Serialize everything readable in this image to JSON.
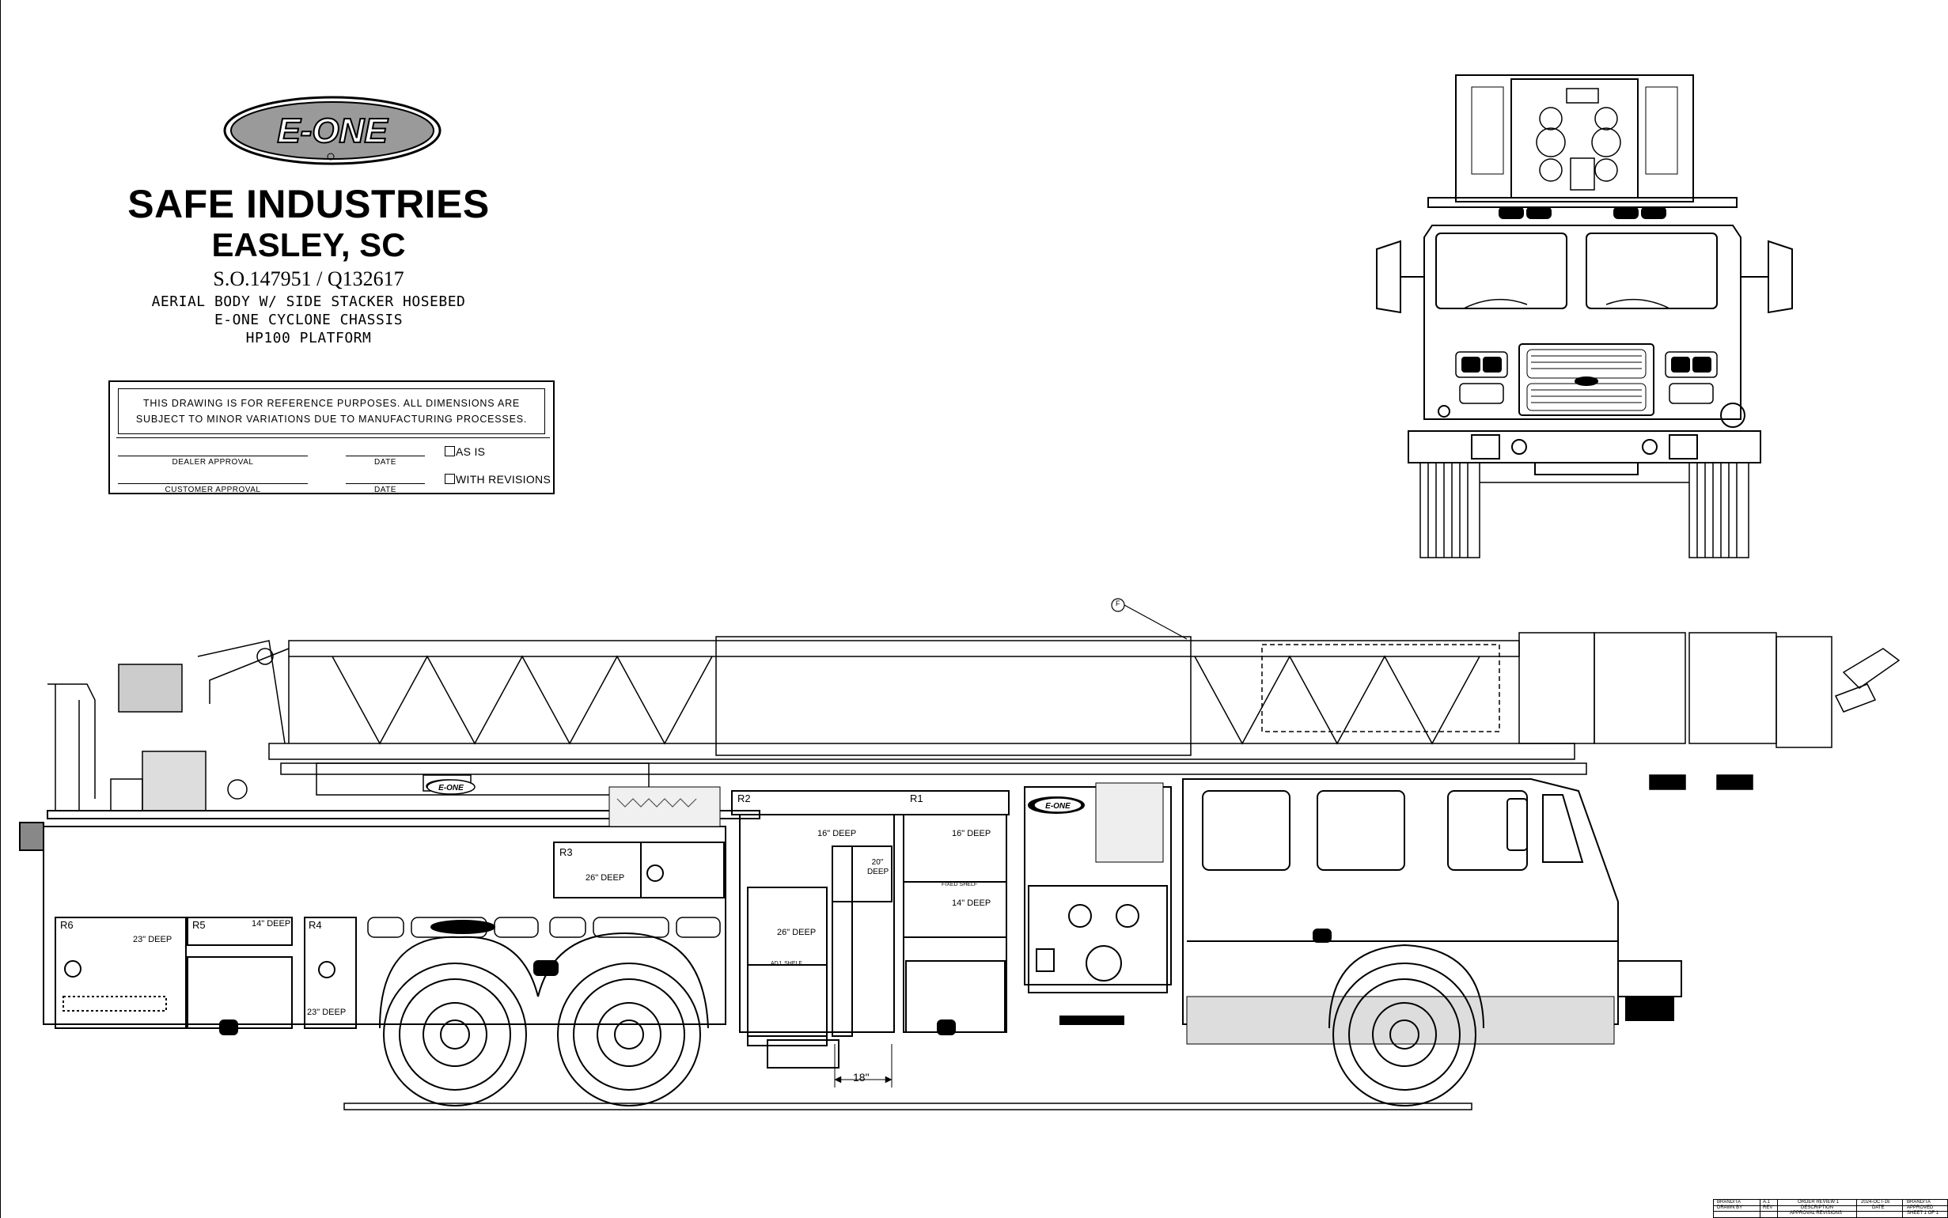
{
  "logo": {
    "text": "E-ONE"
  },
  "title": {
    "company": "SAFE INDUSTRIES",
    "city": "EASLEY, SC",
    "order": "S.O.147951 / Q132617",
    "lines": [
      "AERIAL BODY W/ SIDE STACKER HOSEBED",
      "E-ONE CYCLONE CHASSIS",
      "HP100 PLATFORM"
    ]
  },
  "approval": {
    "notice_line1": "THIS DRAWING IS FOR REFERENCE PURPOSES. ALL DIMENSIONS ARE",
    "notice_line2": "SUBJECT TO MINOR VARIATIONS DUE TO MANUFACTURING PROCESSES.",
    "dealer_label": "DEALER APPROVAL",
    "customer_label": "CUSTOMER APPROVAL",
    "date_label": "DATE",
    "option_as_is": "AS IS",
    "option_revisions": "WITH REVISIONS"
  },
  "side_view": {
    "callout": "F",
    "compartments": [
      {
        "id": "R6",
        "depth": "23\" DEEP"
      },
      {
        "id": "R5",
        "depth": "14\" DEEP"
      },
      {
        "id": "R4",
        "depth": "23\" DEEP"
      },
      {
        "id": "R3",
        "depth": "26\" DEEP"
      },
      {
        "id": "R2",
        "depth": "16\" DEEP"
      },
      {
        "id": "R1",
        "depth": "16\" DEEP"
      }
    ],
    "r2_side_depth": "20\" DEEP",
    "r2_lower_depth": "26\" DEEP",
    "r2_shelf": "ADJ. SHELF",
    "r1_shelf": "FIXED SHELF",
    "r1_lower_depth": "14\" DEEP",
    "dimension": "18\"",
    "body_logo": "E-ONE"
  },
  "title_block": {
    "cells": [
      "BRAND/TA",
      "A.1",
      "ORDER REVIEW 1",
      "2024-OCT-16",
      "BRAND/TA",
      "DRAWN BY",
      "REV",
      "DESCRIPTION",
      "DATE",
      "APPROVED",
      "APPROVAL REVISIONS",
      "SHEET 1 OF 1"
    ]
  },
  "colors": {
    "line": "#000000",
    "background": "#ffffff",
    "hatch": "#555555"
  }
}
